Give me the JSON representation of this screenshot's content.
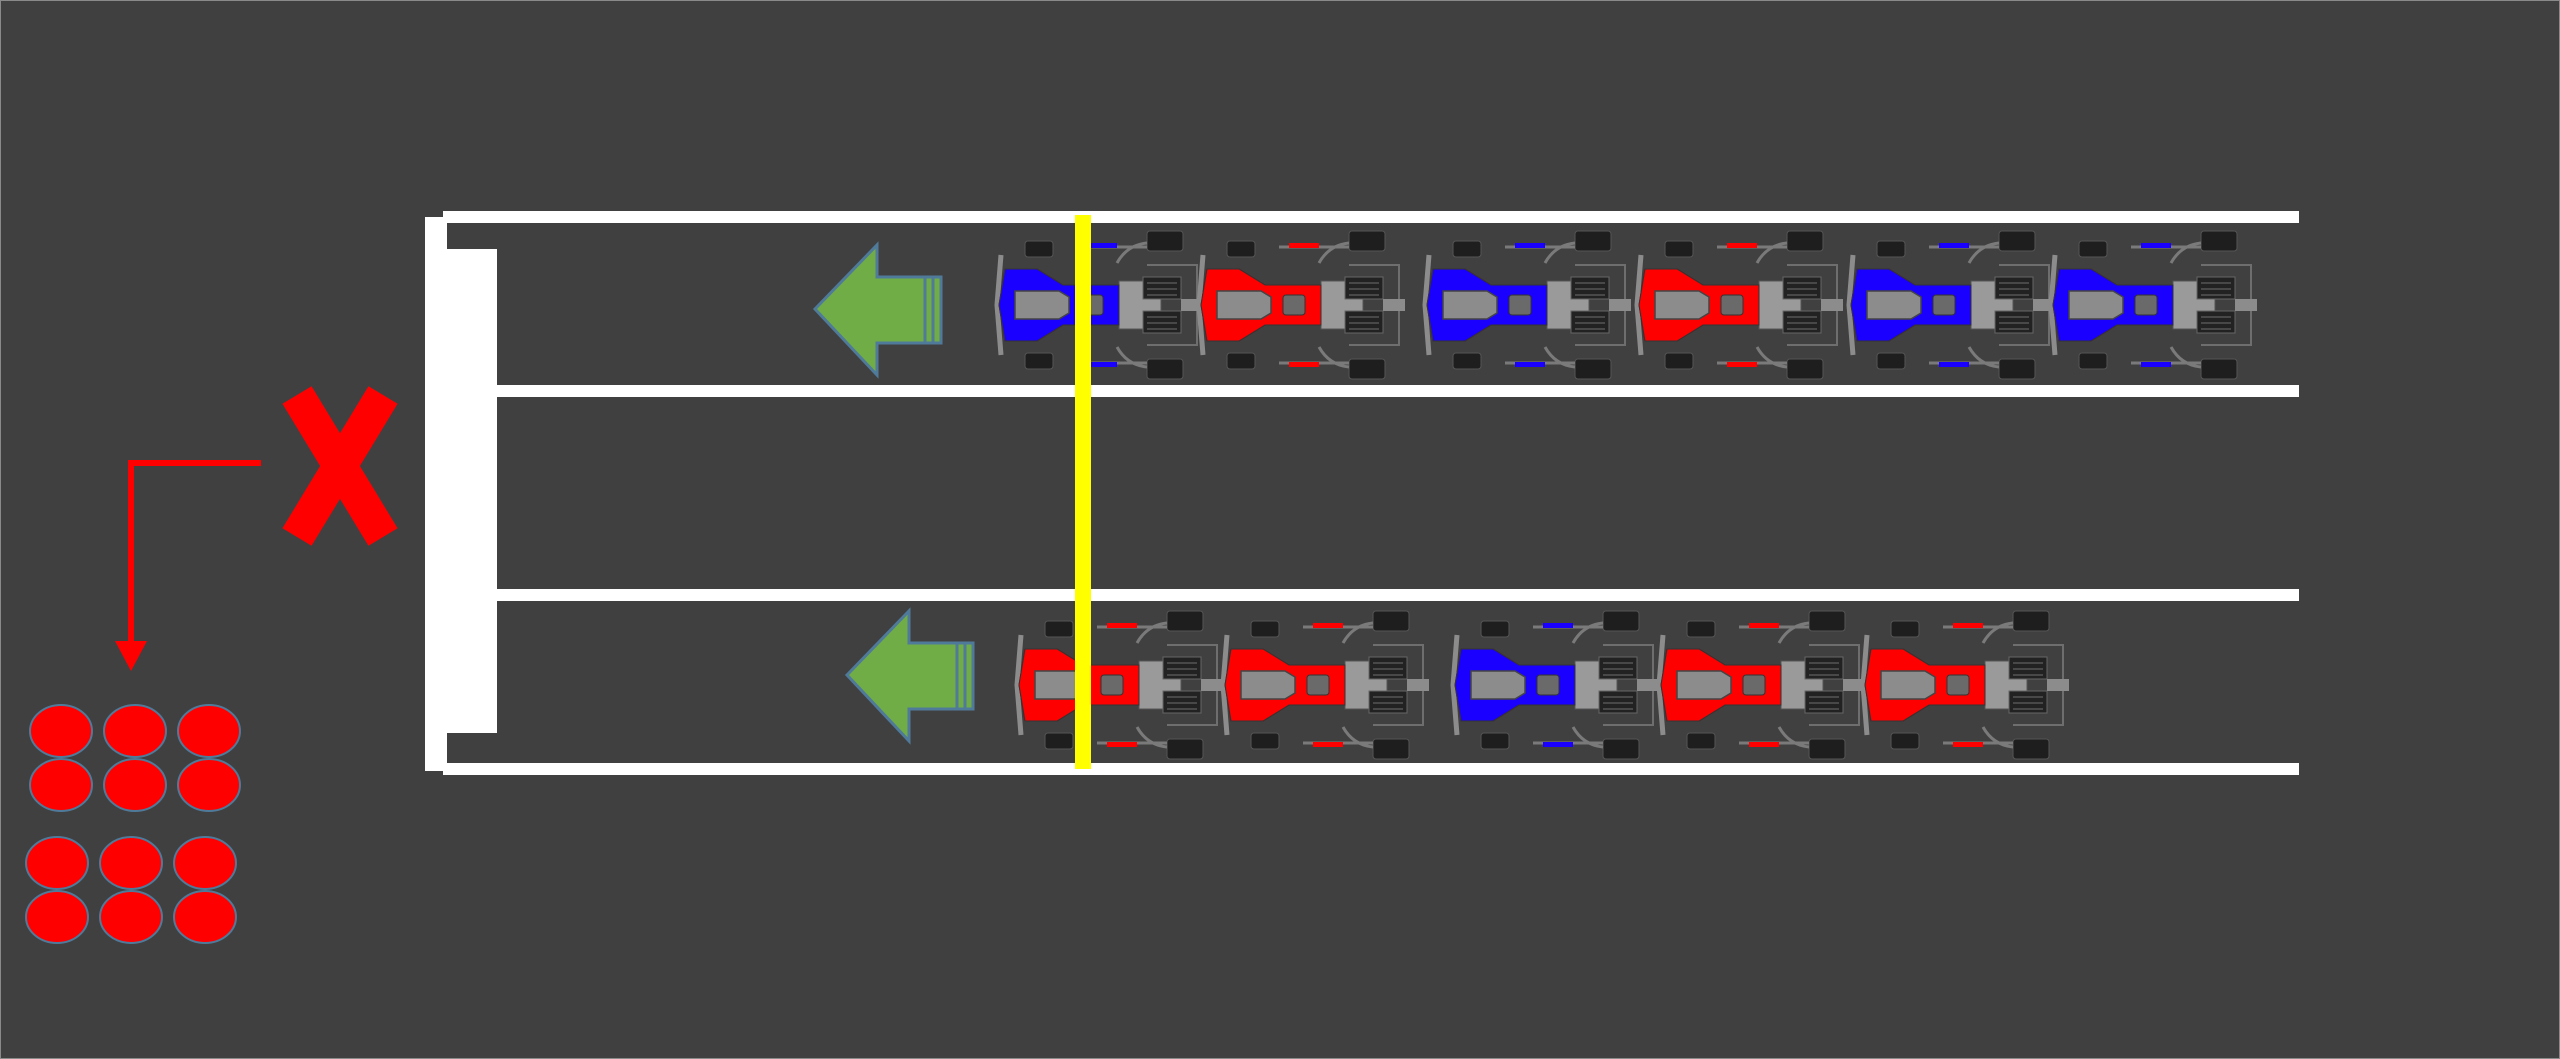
{
  "colors": {
    "background": "#404040",
    "lane_line": "#ffffff",
    "start_line": "#ffff00",
    "arrow": "#70ad47",
    "mark": "#ff0000",
    "team_red": "#ff0000",
    "team_blue": "#1a00ff",
    "kart_body": "#8c8c8c",
    "tire": "#1e1e1e"
  },
  "lanes": [
    {
      "direction": "left",
      "karts": [
        "blue",
        "red",
        "blue",
        "red",
        "blue",
        "blue"
      ]
    },
    {
      "direction": "left",
      "karts": [
        "red",
        "red",
        "blue",
        "red",
        "red"
      ]
    }
  ],
  "center_lane": {
    "status": "closed",
    "icon": "x-mark-icon"
  },
  "redirect_arrow": {
    "icon": "elbow-arrow-down-icon"
  },
  "pit_tokens": {
    "team": "red",
    "rows": 4,
    "columns": 3
  }
}
